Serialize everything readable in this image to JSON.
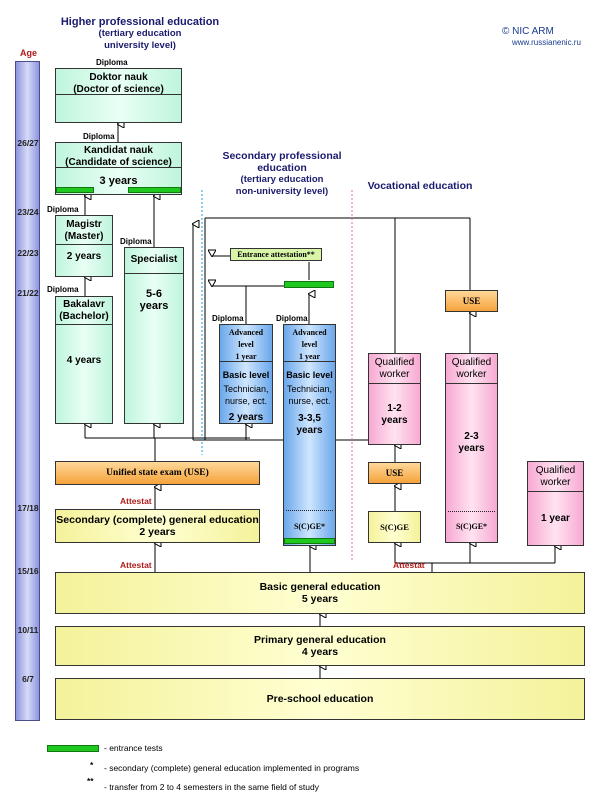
{
  "copyright": "© NIC ARM",
  "website": "www.russianenic.ru",
  "headings": {
    "higher_title": "Higher professional  education",
    "higher_sub1": "(tertiary education",
    "higher_sub2": "university level)",
    "secondary_title1": "Secondary professional",
    "secondary_title2": "education",
    "secondary_sub1": "(tertiary education",
    "secondary_sub2": "non-university level)",
    "vocational_title": "Vocational education"
  },
  "age": {
    "label": "Age",
    "marks": [
      "26/27",
      "23/24",
      "22/23",
      "21/22",
      "17/18",
      "15/16",
      "10/11",
      "6/7"
    ]
  },
  "labels": {
    "diploma": "Diploma",
    "attestat": "Attestat"
  },
  "boxes": {
    "doktor_l1": "Doktor nauk",
    "doktor_l2": "(Doctor of science)",
    "kandidat_l1": "Kandidat nauk",
    "kandidat_l2": "(Candidate of science)",
    "kandidat_years": "3 years",
    "magistr_l1": "Magistr",
    "magistr_l2": "(Master)",
    "magistr_years": "2 years",
    "specialist": "Specialist",
    "specialist_years": "5-6",
    "specialist_years2": "years",
    "bakalavr_l1": "Bakalavr",
    "bakalavr_l2": "(Bachelor)",
    "bakalavr_years": "4 years",
    "entrance_attestation": "Entrance attestation**",
    "adv_l1": "Advanced",
    "adv_l2": "level",
    "adv_l3": "1 year",
    "basic_level": "Basic level",
    "technician_l1": "Technician,",
    "technician_l2": "nurse, ect.",
    "tech_years_1": "2 years",
    "tech_years_2a": "3-3,5",
    "tech_years_2b": "years",
    "scge_star": "S(C)GE*",
    "use_short": "USE",
    "qualified_l1": "Qualified",
    "qualified_l2": "worker",
    "qw1_years_a": "1-2",
    "qw1_years_b": "years",
    "qw2_years_a": "2-3",
    "qw2_years_b": "years",
    "qw3_years": "1 year",
    "scge": "S(C)GE",
    "unified_exam": "Unified state exam (USE)",
    "secondary_general_l1": "Secondary (complete) general education",
    "secondary_general_l2": "2 years",
    "basic_general_l1": "Basic general education",
    "basic_general_l2": "5 years",
    "primary_general_l1": "Primary general education",
    "primary_general_l2": "4 years",
    "preschool": "Pre-school education"
  },
  "legend": {
    "green_bar": "- entrance tests",
    "star_symbol": "*",
    "star_text": "- secondary (complete) general education implemented in programs",
    "dstar_symbol": "**",
    "dstar_text": "- transfer from 2 to 4 semesters in the same field of study"
  },
  "colors": {
    "higher": "#c8f5e0",
    "general": "#f7f4a6",
    "vocational": "#f9b6d9",
    "secondary_prof": "#8dbdf0",
    "exam": "#f5a23a",
    "entrance_tests": "#1ec81e",
    "age_bar": "#a9aff0"
  }
}
